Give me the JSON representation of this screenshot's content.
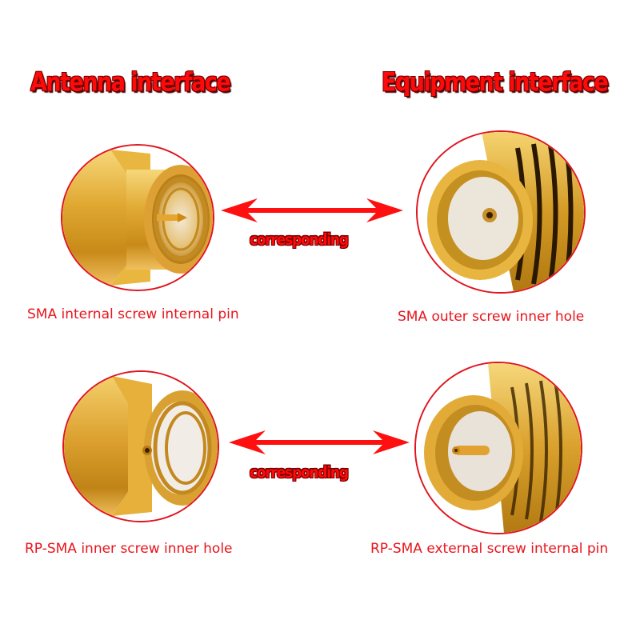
{
  "headings": {
    "left": "Antenna interface",
    "right": "Equipment interface"
  },
  "rows": [
    {
      "left_caption": "SMA internal screw internal pin",
      "right_caption": "SMA outer screw inner hole",
      "arrow_label": "corresponding",
      "left_icon": "sma-male-connector-icon",
      "right_icon": "sma-female-connector-icon"
    },
    {
      "left_caption": "RP-SMA inner screw inner hole",
      "right_caption": "RP-SMA external screw internal pin",
      "arrow_label": "corresponding",
      "left_icon": "rp-sma-male-connector-icon",
      "right_icon": "rp-sma-female-connector-icon"
    }
  ],
  "colors": {
    "accent_red": "#ff0a0a",
    "circle_border": "#e0141e",
    "gold": "#d9a520",
    "background": "#ffffff"
  }
}
